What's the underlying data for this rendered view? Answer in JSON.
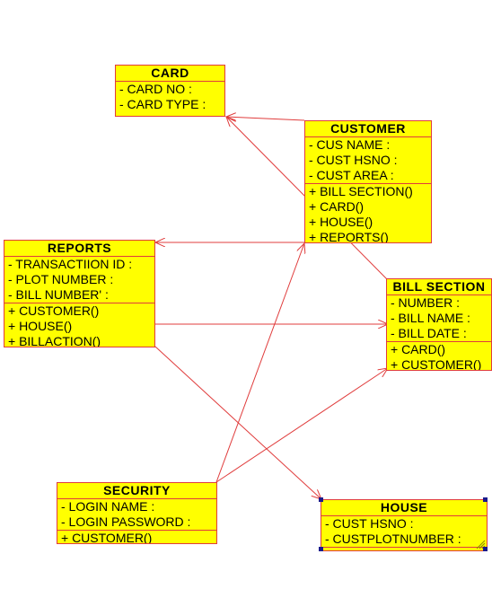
{
  "classes": {
    "card": {
      "name": "CARD",
      "attributes": [
        "- CARD NO :",
        "- CARD TYPE :"
      ],
      "operations": []
    },
    "customer": {
      "name": "CUSTOMER",
      "attributes": [
        "- CUS NAME :",
        "- CUST HSNO :",
        "- CUST AREA :"
      ],
      "operations": [
        "+ BILL SECTION()",
        "+ CARD()",
        "+ HOUSE()",
        "+ REPORTS()"
      ]
    },
    "reports": {
      "name": "REPORTS",
      "attributes": [
        "- TRANSACTIION ID :",
        "- PLOT NUMBER :",
        "- BILL NUMBER' :"
      ],
      "operations": [
        "+ CUSTOMER()",
        "+ HOUSE()",
        "+ BILLACTION()"
      ]
    },
    "bill_section": {
      "name": "BILL SECTION",
      "attributes": [
        "- NUMBER :",
        "- BILL NAME :",
        "- BILL DATE :"
      ],
      "operations": [
        "+ CARD()",
        "+ CUSTOMER()"
      ]
    },
    "security": {
      "name": "SECURITY",
      "attributes": [
        "- LOGIN NAME :",
        "- LOGIN PASSWORD :"
      ],
      "operations": [
        "+ CUSTOMER()"
      ]
    },
    "house": {
      "name": "HOUSE",
      "attributes": [
        "- CUST HSNO :",
        "- CUSTPLOTNUMBER :"
      ],
      "operations": []
    }
  },
  "colors": {
    "box_fill": "#ffff00",
    "box_border": "#e03c3c",
    "connector": "#e03c3c",
    "selection_handle": "#1a1a8c"
  }
}
